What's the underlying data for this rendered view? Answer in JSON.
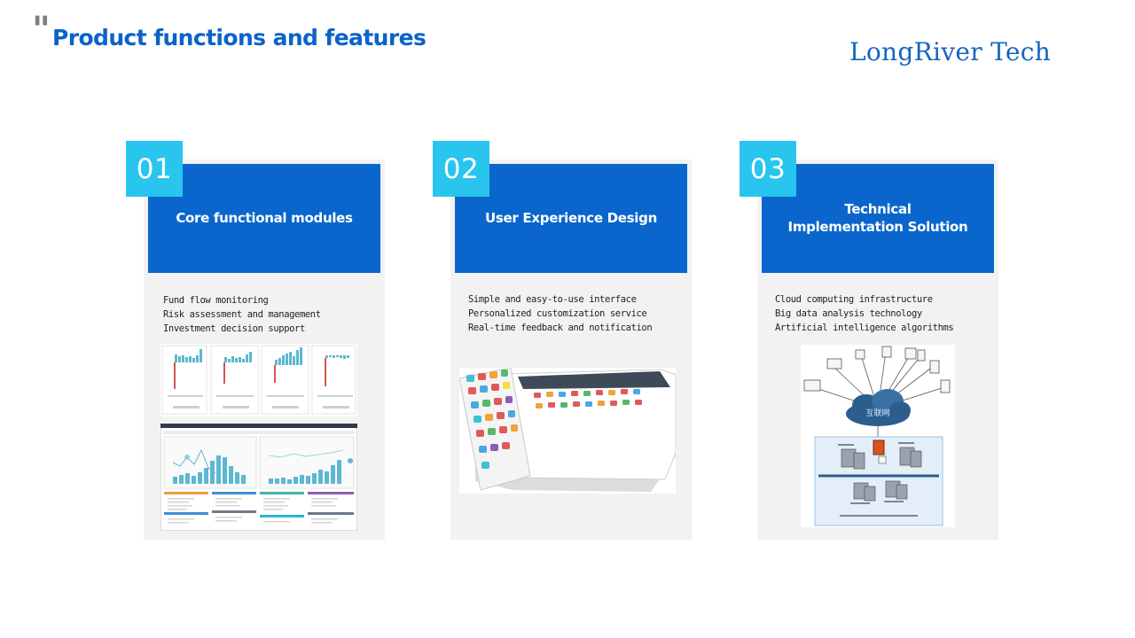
{
  "header": {
    "title": "Product functions and features",
    "brand": "LongRiver Tech"
  },
  "cards": [
    {
      "number": "01",
      "heading": "Core functional modules",
      "bullets": [
        "Fund flow monitoring",
        "Risk assessment and management",
        "Investment decision support"
      ]
    },
    {
      "number": "02",
      "heading": "User Experience Design",
      "bullets": [
        "Simple and easy-to-use interface",
        "Personalized customization service",
        "Real-time feedback and notification"
      ]
    },
    {
      "number": "03",
      "heading": "Technical\nImplementation Solution",
      "bullets": [
        "Cloud computing infrastructure",
        "Big data analysis technology",
        "Artificial intelligence algorithms"
      ]
    }
  ],
  "diagram": {
    "cloud_label": "互联网"
  },
  "colors": {
    "accent": "#0a66cc",
    "badge": "#29c5ee",
    "card_bg": "#f2f2f2",
    "title": "#0b63c9"
  }
}
